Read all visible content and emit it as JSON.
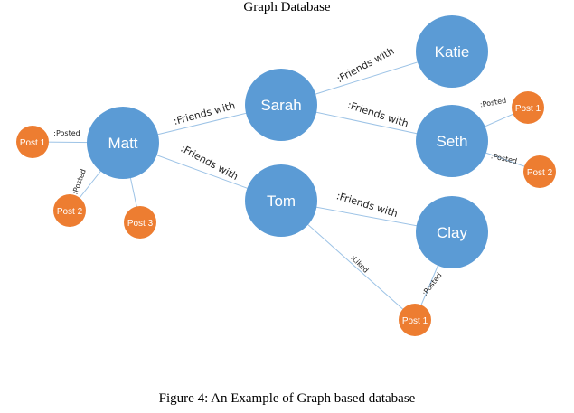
{
  "title": "Graph Database",
  "caption": "Figure 4: An Example of Graph based database",
  "colors": {
    "person_node": "#5b9bd5",
    "post_node": "#ed7d31",
    "edge": "#9dc3e6"
  },
  "nodes": [
    {
      "id": "matt",
      "label": "Matt",
      "kind": "person"
    },
    {
      "id": "sarah",
      "label": "Sarah",
      "kind": "person"
    },
    {
      "id": "tom",
      "label": "Tom",
      "kind": "person"
    },
    {
      "id": "katie",
      "label": "Katie",
      "kind": "person"
    },
    {
      "id": "seth",
      "label": "Seth",
      "kind": "person"
    },
    {
      "id": "clay",
      "label": "Clay",
      "kind": "person"
    },
    {
      "id": "matt_post1",
      "label": "Post 1",
      "kind": "post"
    },
    {
      "id": "matt_post2",
      "label": "Post 2",
      "kind": "post"
    },
    {
      "id": "matt_post3",
      "label": "Post 3",
      "kind": "post"
    },
    {
      "id": "seth_post1",
      "label": "Post 1",
      "kind": "post"
    },
    {
      "id": "seth_post2",
      "label": "Post 2",
      "kind": "post"
    },
    {
      "id": "clay_post1",
      "label": "Post 1",
      "kind": "post"
    }
  ],
  "edges": [
    {
      "from": "matt",
      "to": "sarah",
      "label": ":Friends with"
    },
    {
      "from": "matt",
      "to": "tom",
      "label": ":Friends with"
    },
    {
      "from": "sarah",
      "to": "katie",
      "label": ":Friends with"
    },
    {
      "from": "sarah",
      "to": "seth",
      "label": ":Friends with"
    },
    {
      "from": "tom",
      "to": "clay",
      "label": ":Friends with"
    },
    {
      "from": "tom",
      "to": "clay_post1",
      "label": ":Liked"
    },
    {
      "from": "clay",
      "to": "clay_post1",
      "label": ":Posted"
    },
    {
      "from": "matt",
      "to": "matt_post1",
      "label": ":Posted"
    },
    {
      "from": "matt",
      "to": "matt_post2",
      "label": ":Posted"
    },
    {
      "from": "matt",
      "to": "matt_post3",
      "label": ""
    },
    {
      "from": "seth",
      "to": "seth_post1",
      "label": ":Posted"
    },
    {
      "from": "seth",
      "to": "seth_post2",
      "label": ":Posted"
    }
  ]
}
